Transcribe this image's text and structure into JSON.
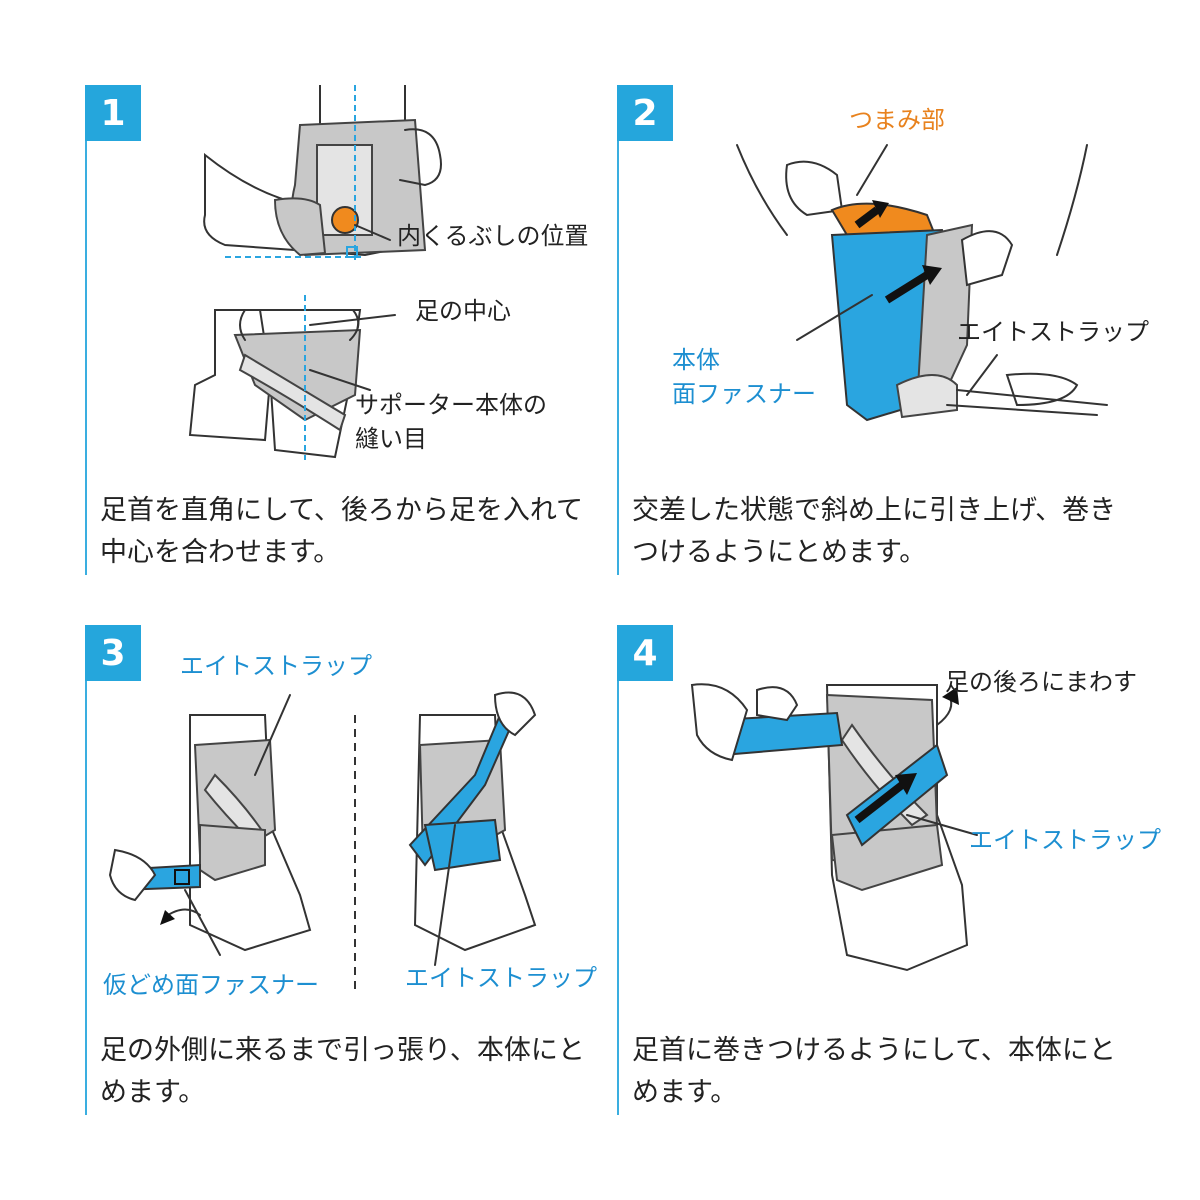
{
  "colors": {
    "accent": "#25a6dc",
    "label_blue": "#1d8fd1",
    "label_orange": "#e8821e"
  },
  "steps": [
    {
      "number": "1",
      "labels": {
        "ankle_bone": "内くるぶしの位置",
        "foot_center": "足の中心",
        "seam_line1": "サポーター本体の",
        "seam_line2": "縫い目"
      },
      "caption": "足首を直角にして、後ろから足を入れて\n中心を合わせます。"
    },
    {
      "number": "2",
      "labels": {
        "tab": "つまみ部",
        "figure8": "エイトストラップ",
        "body_line1": "本体",
        "body_line2": "面ファスナー"
      },
      "caption": "交差した状態で斜め上に引き上げ、巻き\nつけるようにとめます。"
    },
    {
      "number": "3",
      "labels": {
        "figure8_top": "エイトストラップ",
        "temp_fastener": "仮どめ面ファスナー",
        "figure8_bottom": "エイトストラップ"
      },
      "caption": "足の外側に来るまで引っ張り、本体にと\nめます。"
    },
    {
      "number": "4",
      "labels": {
        "wrap_back": "足の後ろにまわす",
        "figure8": "エイトストラップ"
      },
      "caption": "足首に巻きつけるようにして、本体にと\nめます。"
    }
  ]
}
